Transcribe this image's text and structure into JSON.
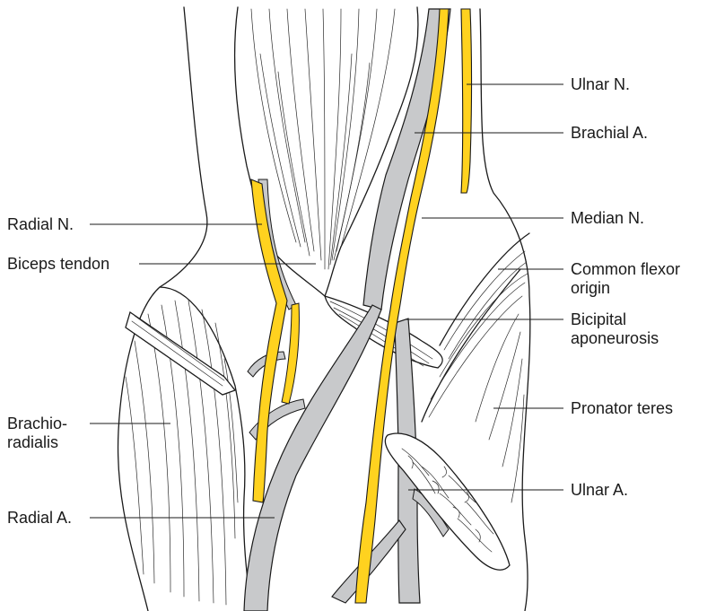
{
  "colors": {
    "nerve": "#ffd21f",
    "artery": "#c8c9cb",
    "outline": "#1a1a1a",
    "background": "#ffffff"
  },
  "labels": {
    "ulnar_n": "Ulnar N.",
    "brachial_a": "Brachial A.",
    "median_n": "Median N.",
    "common_flexor_1": "Common flexor",
    "common_flexor_2": "origin",
    "bicipital_1": "Bicipital",
    "bicipital_2": "aponeurosis",
    "pronator_teres": "Pronator teres",
    "ulnar_a": "Ulnar A.",
    "radial_n": "Radial N.",
    "biceps_tendon": "Biceps tendon",
    "brachioradialis_1": "Brachio-",
    "brachioradialis_2": "radialis",
    "radial_a": "Radial A."
  }
}
